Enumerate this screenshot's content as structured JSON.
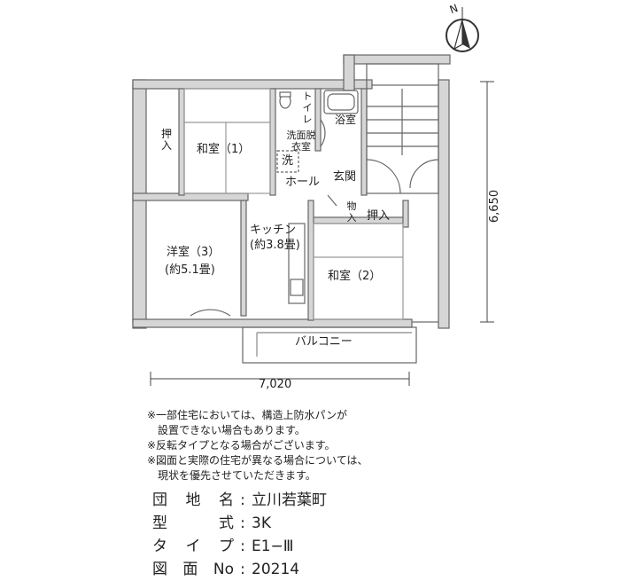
{
  "compass": {
    "label": "N"
  },
  "rooms": {
    "washitsu1": "和室（1）",
    "oshiire_left": "押入",
    "toilet": "トイレ",
    "bathroom": "浴室",
    "dressing_room": "洗面脱衣室",
    "washer": "洗",
    "hall": "ホール",
    "entrance": "玄関",
    "storage": "物入",
    "oshiire_right": "押入",
    "kitchen_name": "キッチン",
    "kitchen_size": "(約3.8畳)",
    "youshitsu3_name": "洋室（3）",
    "youshitsu3_size": "(約5.1畳)",
    "washitsu2": "和室（2）",
    "balcony": "バルコニー"
  },
  "dimensions": {
    "width": "7,020",
    "depth": "6,650"
  },
  "notes": [
    "※一部住宅においては、構造上防水パンが",
    "　設置できない場合もあります。",
    "※反転タイプとなる場合がございます。",
    "※図面と実際の住宅が異なる場合については、",
    "　現状を優先させていただきます。"
  ],
  "info": [
    {
      "label": "団地名",
      "value": "立川若葉町"
    },
    {
      "label": "型　式",
      "value": "3K"
    },
    {
      "label": "タイプ",
      "value": "E1−Ⅲ"
    },
    {
      "label": "図面No",
      "value": "20214"
    }
  ]
}
